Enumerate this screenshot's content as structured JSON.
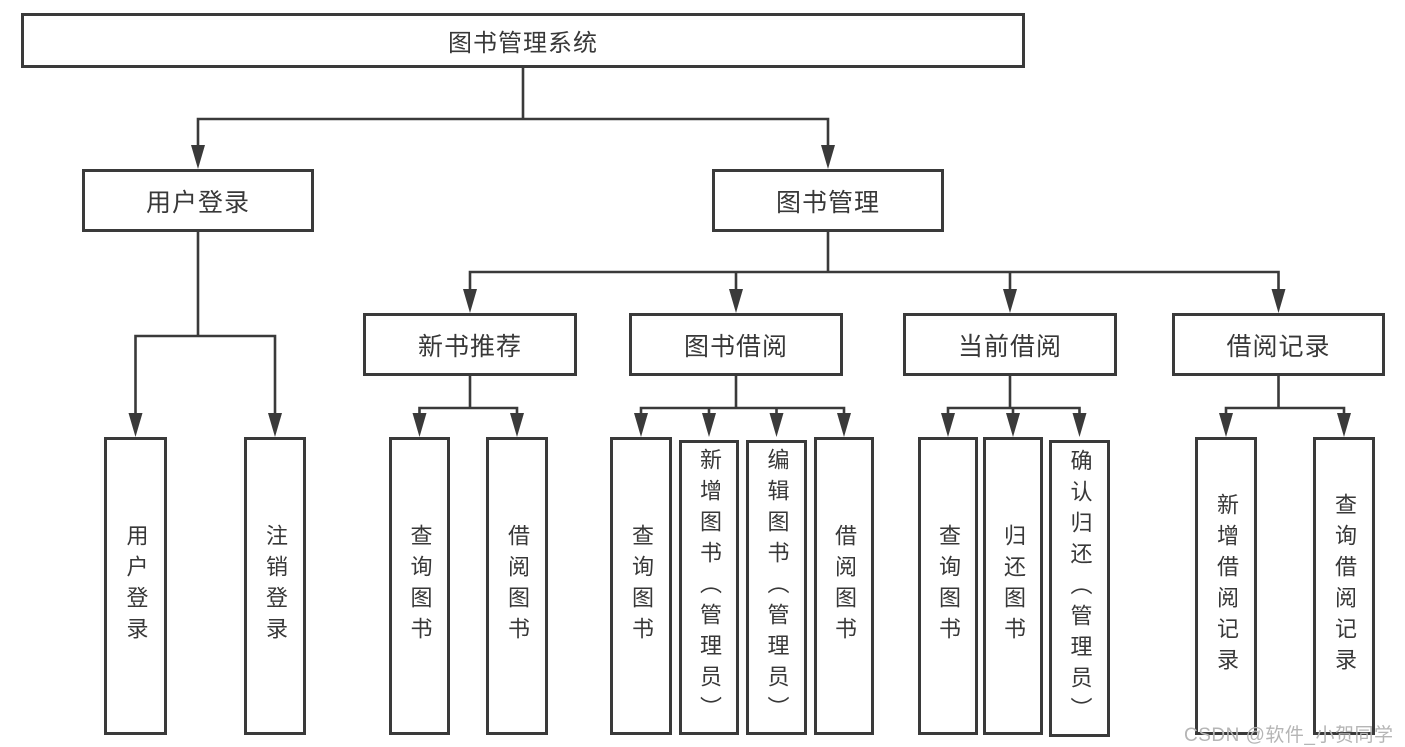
{
  "tree": {
    "label": "图书管理系统",
    "children": [
      {
        "label": "用户登录",
        "children": [
          {
            "label": "用户登录"
          },
          {
            "label": "注销登录"
          }
        ]
      },
      {
        "label": "图书管理",
        "children": [
          {
            "label": "新书推荐",
            "children": [
              {
                "label": "查询图书"
              },
              {
                "label": "借阅图书"
              }
            ]
          },
          {
            "label": "图书借阅",
            "children": [
              {
                "label": "查询图书"
              },
              {
                "label": "新增图书（管理员）"
              },
              {
                "label": "编辑图书（管理员）"
              },
              {
                "label": "借阅图书"
              }
            ]
          },
          {
            "label": "当前借阅",
            "children": [
              {
                "label": "查询图书"
              },
              {
                "label": "归还图书"
              },
              {
                "label": "确认归还（管理员）"
              }
            ]
          },
          {
            "label": "借阅记录",
            "children": [
              {
                "label": "新增借阅记录"
              },
              {
                "label": "查询借阅记录"
              }
            ]
          }
        ]
      }
    ]
  },
  "watermark": {
    "text": "CSDN @软件_小贺同学"
  },
  "colors": {
    "line": "#3a3a3a",
    "text": "#383838",
    "box_background": "#ffffff",
    "page_background": "#ffffff",
    "watermark": "#b5b5b5"
  }
}
